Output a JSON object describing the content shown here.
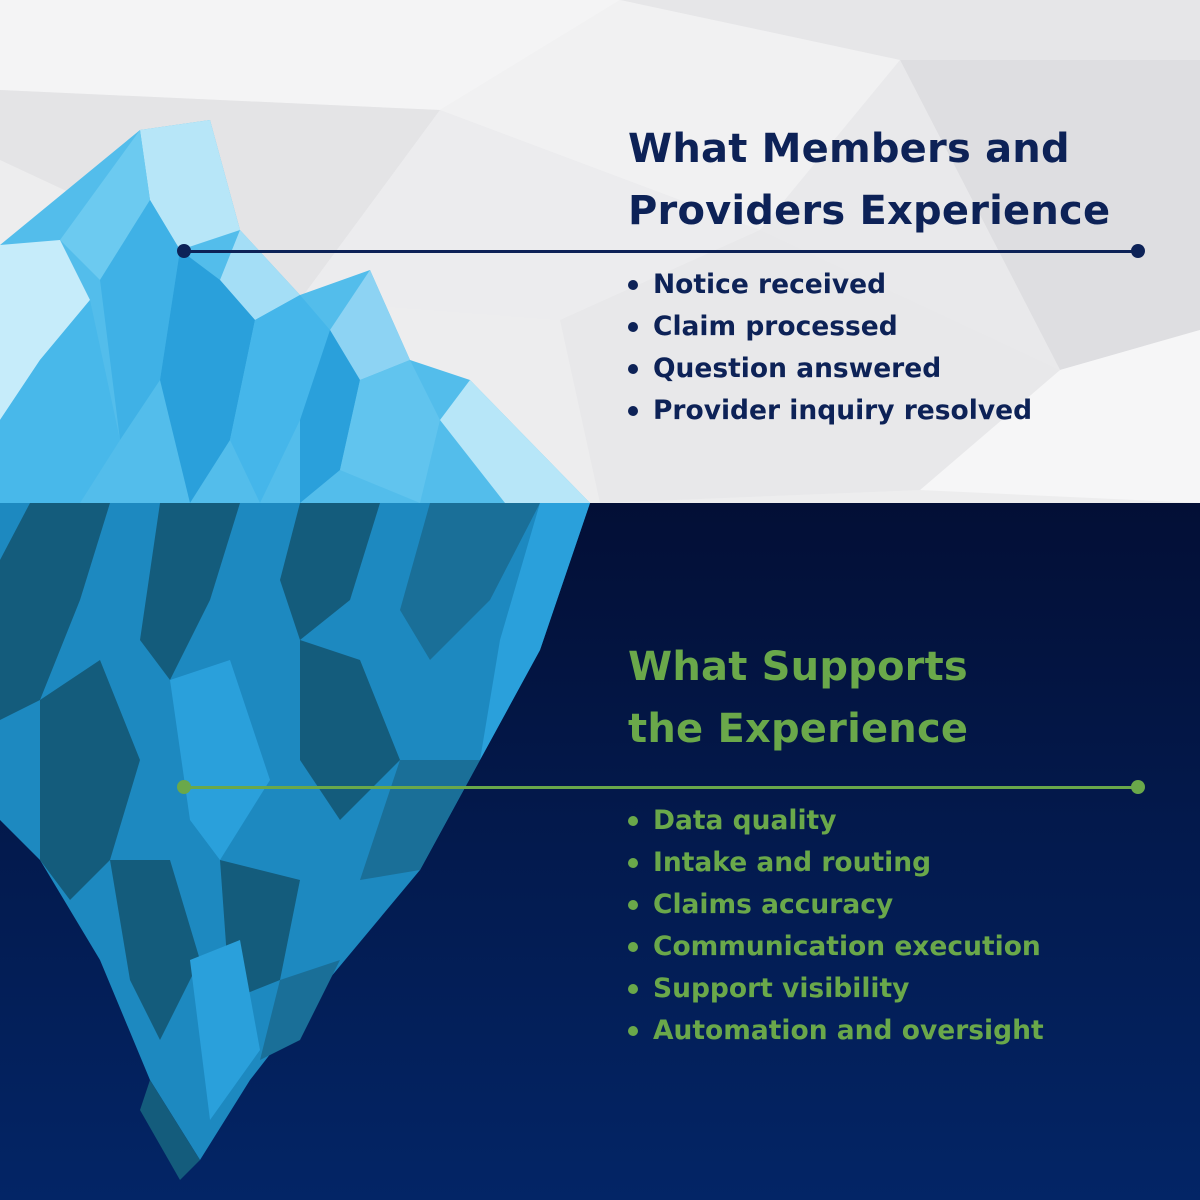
{
  "colors": {
    "sky": "#ededee",
    "ocean_top": "#030f36",
    "ocean_bottom": "#032566",
    "ice_light": "#b7e6f8",
    "ice_mid": "#53bdeb",
    "ice_dark": "#2aa0db",
    "underwater_light": "#1d89c0",
    "underwater_dark": "#145c7c",
    "navy_text": "#0d2257",
    "green_text": "#6aa84a"
  },
  "top": {
    "heading_lines": [
      "What Members and",
      "Providers Experience"
    ],
    "bullets": [
      "Notice received",
      "Claim processed",
      "Question answered",
      "Provider inquiry resolved"
    ]
  },
  "bottom": {
    "heading_lines": [
      "What Supports",
      "the Experience"
    ],
    "bullets": [
      "Data quality",
      "Intake and routing",
      "Claims accuracy",
      "Communication execution",
      "Support visibility",
      "Automation and oversight"
    ]
  }
}
